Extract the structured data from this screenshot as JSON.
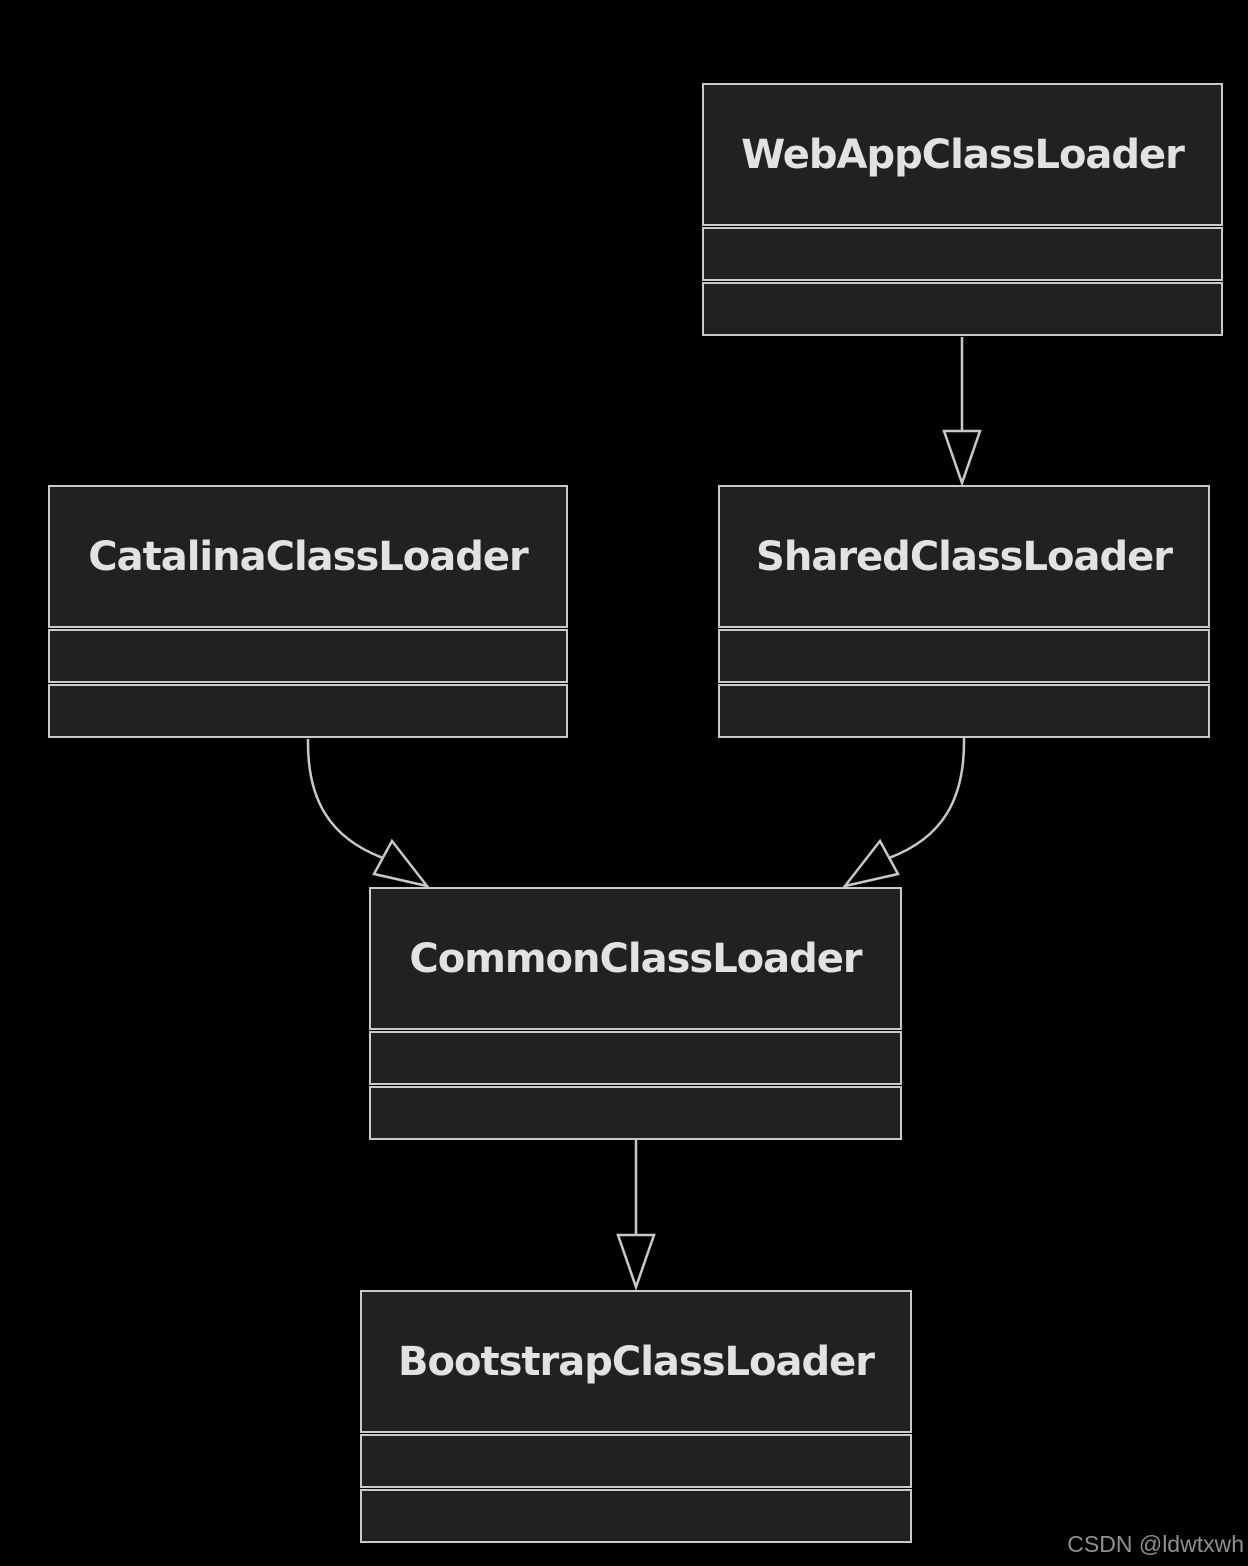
{
  "diagram": {
    "type": "uml-class-diagram",
    "nodes": [
      {
        "name": "WebAppClassLoader"
      },
      {
        "name": "CatalinaClassLoader"
      },
      {
        "name": "SharedClassLoader"
      },
      {
        "name": "CommonClassLoader"
      },
      {
        "name": "BootstrapClassLoader"
      }
    ],
    "edges": [
      {
        "from": "WebAppClassLoader",
        "to": "SharedClassLoader",
        "style": "hollow-triangle-generalization"
      },
      {
        "from": "CatalinaClassLoader",
        "to": "CommonClassLoader",
        "style": "hollow-triangle-generalization"
      },
      {
        "from": "SharedClassLoader",
        "to": "CommonClassLoader",
        "style": "hollow-triangle-generalization"
      },
      {
        "from": "CommonClassLoader",
        "to": "BootstrapClassLoader",
        "style": "hollow-triangle-generalization"
      }
    ],
    "colors": {
      "background": "#000000",
      "node_fill": "#212121",
      "node_border": "#c9c9c9",
      "node_text": "#e2e2e2",
      "edge": "#c9c9c9",
      "watermark_text": "#909090"
    }
  },
  "watermark": {
    "text": "CSDN @ldwtxwh"
  }
}
